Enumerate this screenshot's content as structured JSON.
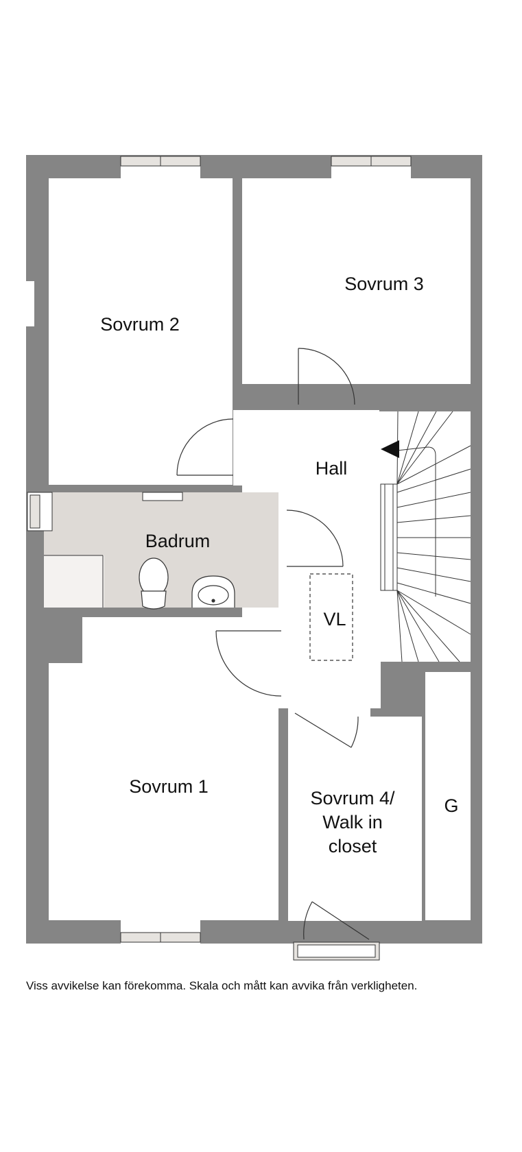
{
  "rooms": {
    "sovrum2": "Sovrum 2",
    "sovrum3": "Sovrum 3",
    "hall": "Hall",
    "badrum": "Badrum",
    "vl": "VL",
    "sovrum1": "Sovrum 1",
    "sovrum4_line1": "Sovrum 4/",
    "sovrum4_line2": "Walk in",
    "sovrum4_line3": "closet",
    "g": "G"
  },
  "disclaimer": "Viss avvikelse kan förekomma. Skala och mått kan avvika från verkligheten.",
  "colors": {
    "wall": "#858585",
    "bathroom_floor": "#dedad6",
    "line": "#333333",
    "window_fill": "#e6e3df"
  }
}
